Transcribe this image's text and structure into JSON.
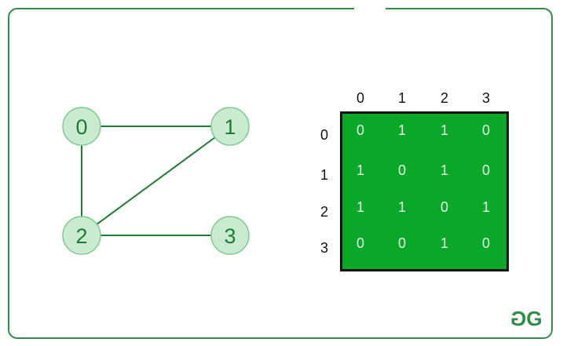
{
  "graph": {
    "nodes": [
      {
        "id": "0",
        "label": "0"
      },
      {
        "id": "1",
        "label": "1"
      },
      {
        "id": "2",
        "label": "2"
      },
      {
        "id": "3",
        "label": "3"
      }
    ],
    "edges": [
      [
        "0",
        "1"
      ],
      [
        "0",
        "2"
      ],
      [
        "1",
        "2"
      ],
      [
        "2",
        "3"
      ]
    ],
    "node_fill": "#c9ecd0",
    "node_stroke": "#7ec98f",
    "edge_color": "#1e7b35",
    "label_color": "#1e7b35"
  },
  "matrix": {
    "column_headers": [
      "0",
      "1",
      "2",
      "3"
    ],
    "row_headers": [
      "0",
      "1",
      "2",
      "3"
    ],
    "cells": [
      [
        "0",
        "1",
        "1",
        "0"
      ],
      [
        "1",
        "0",
        "1",
        "0"
      ],
      [
        "1",
        "1",
        "0",
        "1"
      ],
      [
        "0",
        "0",
        "1",
        "0"
      ]
    ],
    "fill_color": "#0aa829",
    "border_color": "#111111"
  },
  "logo": {
    "text": "GG",
    "color": "#2f8d46"
  },
  "frame": {
    "border_color": "#2f8d46"
  }
}
